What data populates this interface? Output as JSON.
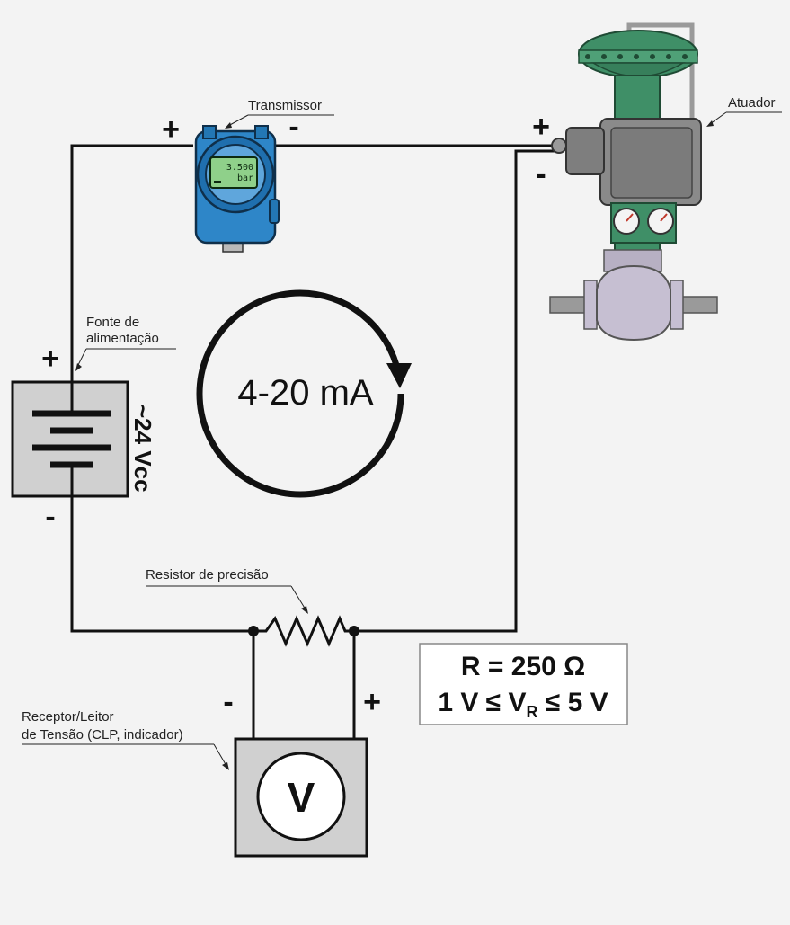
{
  "labels": {
    "transmitter": "Transmissor",
    "actuator": "Atuador",
    "power_supply_line1": "Fonte de",
    "power_supply_line2": "alimentação",
    "supply_voltage": "~24 Vcc",
    "current_loop": "4-20 mA",
    "resistor": "Resistor de precisão",
    "receiver_line1": "Receptor/Leitor",
    "receiver_line2": "de Tensão (CLP, indicador)",
    "voltmeter_symbol": "V"
  },
  "signs": {
    "plus": "+",
    "minus": "-"
  },
  "transmitter_display": {
    "value": "3.500",
    "unit": "bar"
  },
  "formula": {
    "resistance": "R = 250 Ω",
    "range_prefix": "1 V ≤ V",
    "range_subscript": "R",
    "range_suffix": " ≤ 5 V"
  },
  "colors": {
    "background": "#f3f3f3",
    "wire": "#111111",
    "transmitter_blue": "#2e86c8",
    "display_green": "#8fd08a",
    "actuator_green": "#3f8f67",
    "positioner_gray": "#8a8a8a",
    "valve_body": "#c6bfd2",
    "box_fill": "#d0d0d0"
  }
}
